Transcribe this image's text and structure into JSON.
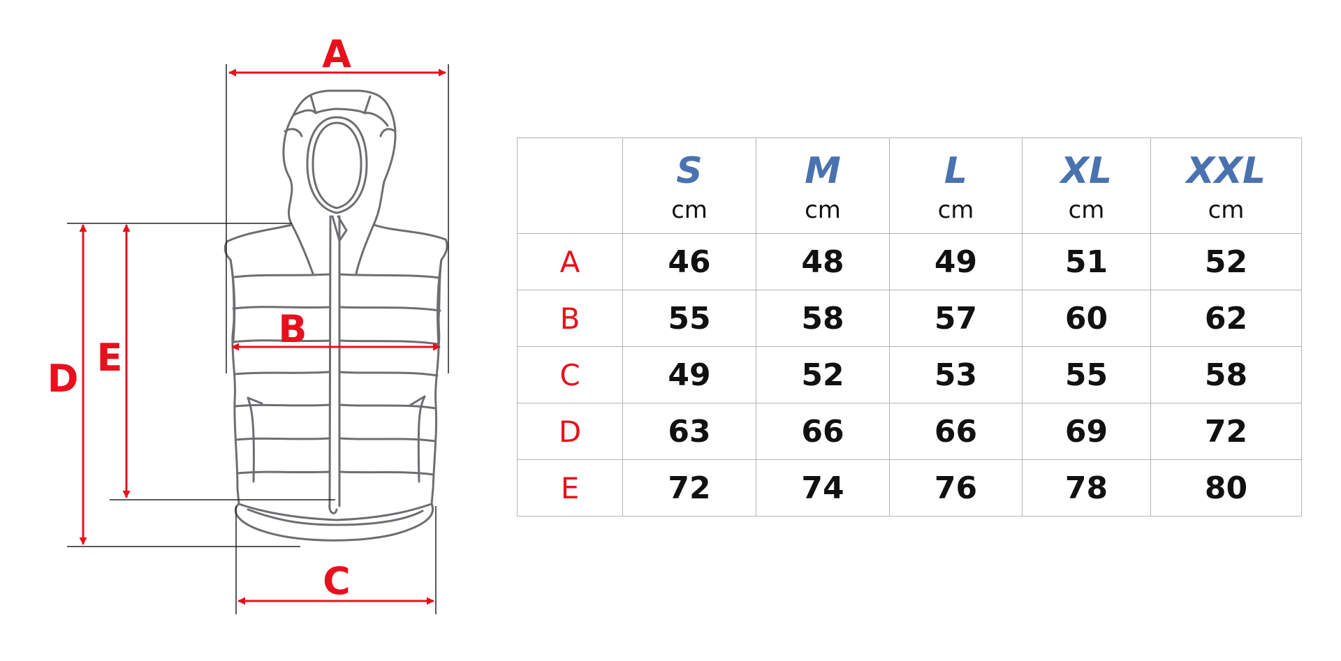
{
  "diagram": {
    "labels": {
      "A": "A",
      "B": "B",
      "C": "C",
      "D": "D",
      "E": "E"
    },
    "colors": {
      "dimension": "#e8101c",
      "garment_outline": "#6e6e72",
      "guide_line": "#222222"
    },
    "garment_icon": "hooded-vest-outline"
  },
  "table": {
    "sizes": [
      {
        "name": "S",
        "unit": "cm"
      },
      {
        "name": "M",
        "unit": "cm"
      },
      {
        "name": "L",
        "unit": "cm"
      },
      {
        "name": "XL",
        "unit": "cm"
      },
      {
        "name": "XXL",
        "unit": "cm"
      }
    ],
    "rows": [
      {
        "label": "A",
        "values": [
          "46",
          "48",
          "49",
          "51",
          "52"
        ]
      },
      {
        "label": "B",
        "values": [
          "55",
          "58",
          "57",
          "60",
          "62"
        ]
      },
      {
        "label": "C",
        "values": [
          "49",
          "52",
          "53",
          "55",
          "58"
        ]
      },
      {
        "label": "D",
        "values": [
          "63",
          "66",
          "66",
          "69",
          "72"
        ]
      },
      {
        "label": "E",
        "values": [
          "72",
          "74",
          "76",
          "78",
          "80"
        ]
      }
    ],
    "colors": {
      "header_size": "#4a72b0",
      "row_label": "#e8101c",
      "value": "#111111",
      "border": "#b4b4b4"
    }
  }
}
